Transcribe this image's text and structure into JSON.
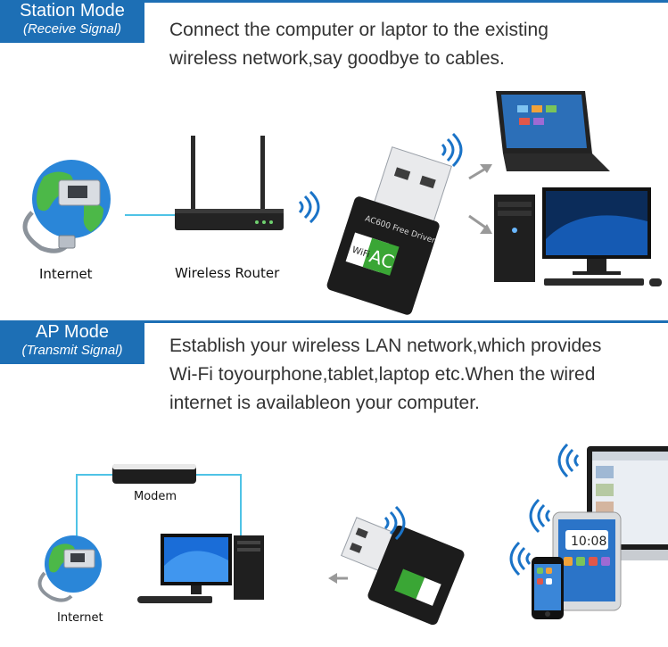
{
  "station": {
    "title": "Station Mode",
    "subtitle": "(Receive Signal)",
    "desc_line1": "Connect the computer or laptor to the existing",
    "desc_line2": "wireless network,say goodbye to cables.",
    "internet_label": "Internet",
    "router_label": "Wireless Router",
    "adapter_text": "AC600 Free Driver",
    "adapter_badge_left": "WiFi",
    "adapter_badge_right": "AC"
  },
  "ap": {
    "title": "AP Mode",
    "subtitle": "(Transmit Signal)",
    "desc_line1": "Establish your wireless LAN network,which provides",
    "desc_line2": "Wi-Fi toyourphone,tablet,laptop etc.When the wired",
    "desc_line3": "internet is availableon your computer.",
    "modem_label": "Modem",
    "internet_label": "Internet",
    "tablet_clock": "10:08"
  },
  "colors": {
    "accent": "#1d6fb5",
    "wifi_icon": "#1a73c7",
    "cable": "#4fc3e6",
    "badge_green": "#3aa635"
  }
}
